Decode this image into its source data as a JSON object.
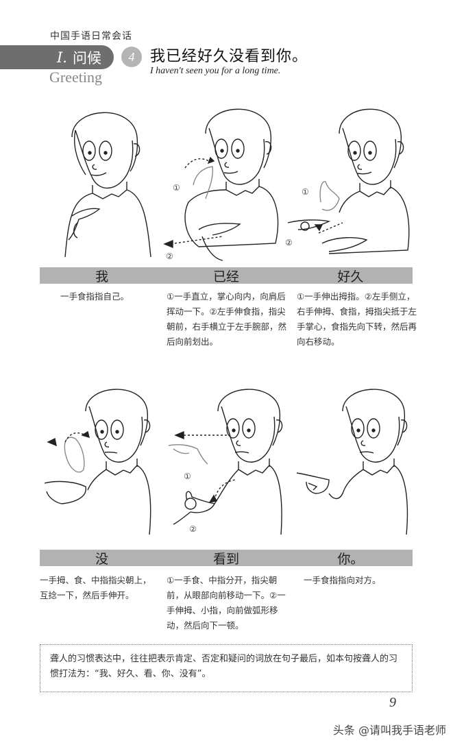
{
  "header": {
    "book_title": "中国手语日常会话",
    "chapter_roman": "I.",
    "chapter_zh": "问候",
    "chapter_en": "Greeting",
    "lesson_number": "4",
    "sentence_zh": "我已经好久没看到你。",
    "sentence_en": "I haven't seen you for a long time."
  },
  "rows": [
    {
      "words": [
        "我",
        "已经",
        "好久"
      ],
      "descriptions": [
        "一手食指指自己。",
        "①一手直立，掌心向内，向肩后挥动一下。②左手伸食指，指尖朝前，右手横立于左手腕部，然后向前划出。",
        "①一手伸出拇指。②左手侧立，右手伸拇、食指，拇指尖抵于左手掌心，食指先向下转，然后再向右移动。"
      ],
      "step_markers": [
        [],
        [
          "①",
          "②"
        ],
        [
          "①",
          "②"
        ]
      ]
    },
    {
      "words": [
        "没",
        "看到",
        "你。"
      ],
      "descriptions": [
        "一手拇、食、中指指尖朝上，互捻一下，然后手伸开。",
        "①一手食、中指分开，指尖朝前，从眼部向前移动一下。②一手伸拇、小指，向前做弧形移动，然后向下一顿。",
        "一手食指指向对方。"
      ],
      "step_markers": [
        [],
        [
          "①",
          "②"
        ],
        []
      ]
    }
  ],
  "note": "聋人的习惯表达中，往往把表示肯定、否定和疑问的词放在句子最后，如本句按聋人的习惯打法为：“我、好久、看、你、没有”。",
  "page_number": "9",
  "watermark": "头条 @请叫我手语老师",
  "colors": {
    "chapter_pill": "#6e6e6e",
    "number_badge": "#b4b4b4",
    "word_bar": "#b2b2b2",
    "text": "#333333"
  }
}
